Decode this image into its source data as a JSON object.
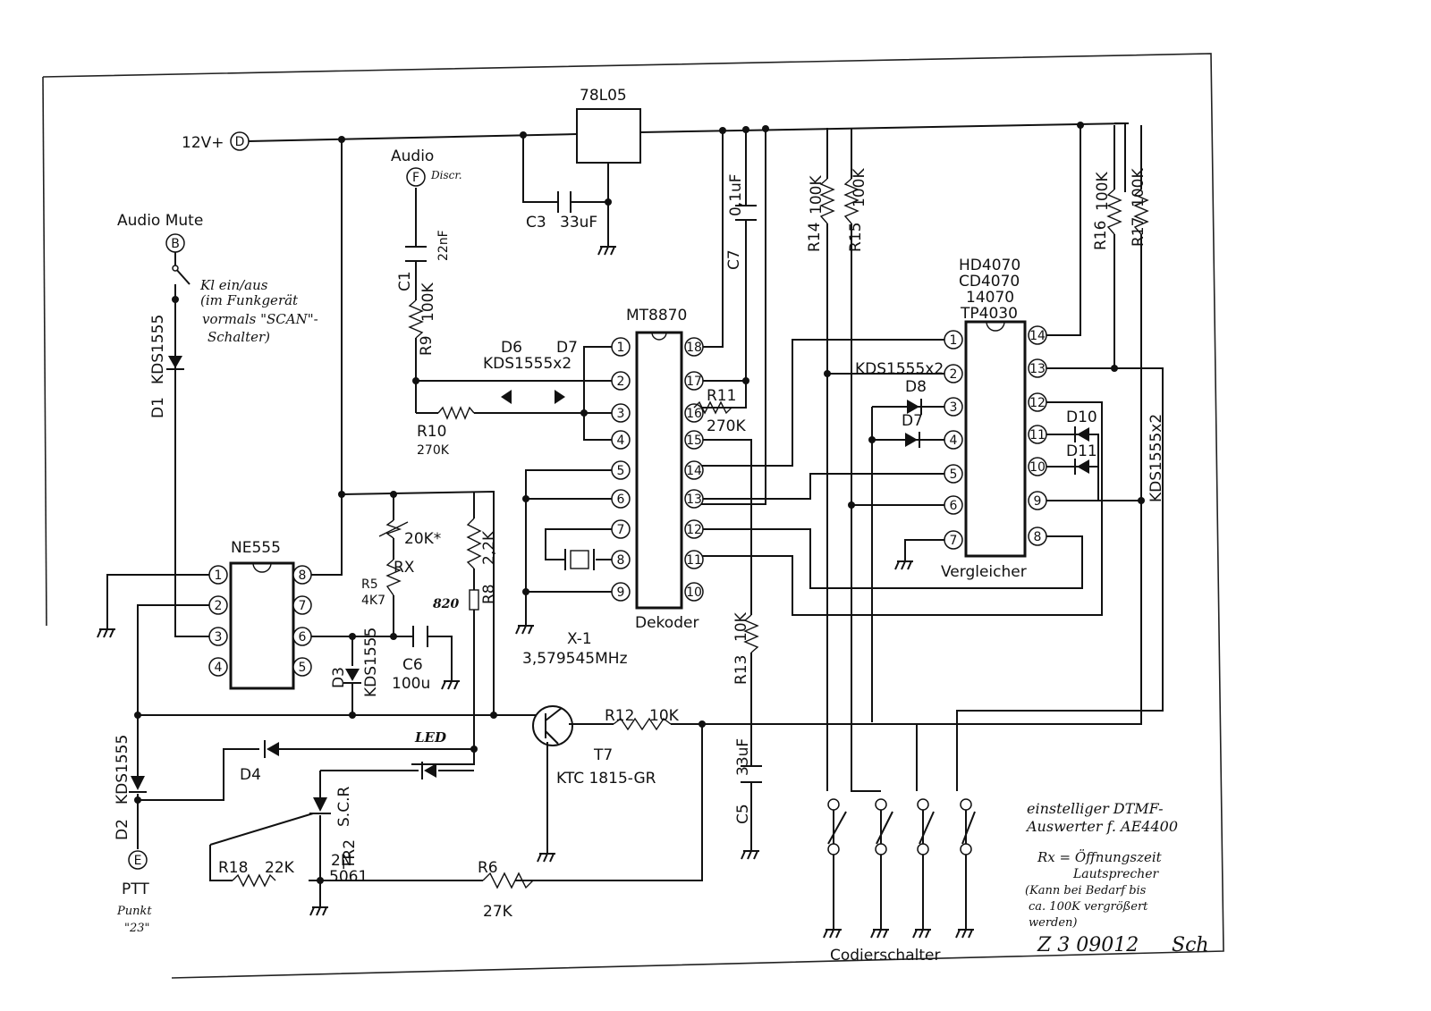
{
  "supply": {
    "label": "12V+",
    "node": "D"
  },
  "regulator": {
    "name": "78L05"
  },
  "audio_in": {
    "label": "Audio",
    "node": "F",
    "note": "Discr."
  },
  "audio_mute": {
    "label": "Audio Mute",
    "node": "B",
    "note_lines": [
      "Kl ein/aus",
      "(im Funkgerät",
      "vormals \"SCAN\"-",
      "Schalter)"
    ]
  },
  "ptt": {
    "label": "PTT",
    "node": "E",
    "note_lines": [
      "Punkt",
      "\"23\""
    ]
  },
  "ics": {
    "ne555": {
      "name": "NE555",
      "pins_left": [
        "1",
        "2",
        "3",
        "4"
      ],
      "pins_right": [
        "8",
        "7",
        "6",
        "5"
      ]
    },
    "mt8870": {
      "name": "MT8870",
      "role": "Dekoder",
      "pins_left": [
        "1",
        "2",
        "3",
        "4",
        "5",
        "6",
        "7",
        "8",
        "9"
      ],
      "pins_right": [
        "18",
        "17",
        "16",
        "15",
        "14",
        "13",
        "12",
        "11",
        "10"
      ]
    },
    "comparator": {
      "name_lines": [
        "HD4070",
        "CD4070",
        "14070",
        "TP4030"
      ],
      "role": "Vergleicher",
      "pins_left": [
        "1",
        "2",
        "3",
        "4",
        "5",
        "6",
        "7"
      ],
      "pins_right": [
        "14",
        "13",
        "12",
        "11",
        "10",
        "9",
        "8"
      ]
    }
  },
  "parts": {
    "c1": {
      "ref": "C1",
      "value": "22nF"
    },
    "c3": {
      "ref": "C3",
      "value": "33uF"
    },
    "c5": {
      "ref": "C5",
      "value": "33uF"
    },
    "c6": {
      "ref": "C6",
      "value": "100u"
    },
    "c7": {
      "ref": "C7",
      "value": "0,1uF"
    },
    "r5": {
      "ref": "R5",
      "value": "4K7"
    },
    "rx": {
      "ref": "RX",
      "value": "20K*"
    },
    "r6": {
      "ref": "R6",
      "value": "27K"
    },
    "r8": {
      "ref": "R8",
      "value": "2,2K",
      "extra": "820"
    },
    "r9": {
      "ref": "R9",
      "value": "100K"
    },
    "r10": {
      "ref": "R10",
      "value": "270K"
    },
    "r11": {
      "ref": "R11",
      "value": "270K"
    },
    "r12": {
      "ref": "R12",
      "value": "10K"
    },
    "r13": {
      "ref": "R13",
      "value": "10K"
    },
    "r14": {
      "ref": "R14",
      "value": "100K"
    },
    "r15": {
      "ref": "R15",
      "value": "100K"
    },
    "r16": {
      "ref": "R16",
      "value": "100K"
    },
    "r17": {
      "ref": "R17",
      "value": "100K"
    },
    "r18": {
      "ref": "R18",
      "value": "22K"
    },
    "d1": {
      "ref": "D1",
      "value": "KDS1555"
    },
    "d2": {
      "ref": "D2",
      "value": "KDS1555"
    },
    "d3": {
      "ref": "D3",
      "value": "KDS1555"
    },
    "d4": {
      "ref": "D4"
    },
    "d6d7": {
      "ref1": "D6",
      "ref2": "D7",
      "value": "KDS1555x2"
    },
    "d7d8": {
      "ref1": "D8",
      "ref2": "D7",
      "value": "KDS1555x2"
    },
    "d10d11": {
      "ref1": "D10",
      "ref2": "D11",
      "value": "KDS1555x2"
    },
    "led": {
      "ref": "LED"
    },
    "t7": {
      "ref": "T7",
      "value": "KTC 1815-GR"
    },
    "tr2": {
      "lines": [
        "S.C.R",
        "TR2",
        "2N",
        "5061"
      ]
    },
    "x1": {
      "ref": "X-1",
      "value": "3,579545MHz"
    }
  },
  "coder_switch": {
    "label": "Codierschalter"
  },
  "notes": {
    "title_lines": [
      "einstelliger DTMF-",
      "Auswerter f. AE4400"
    ],
    "rx_lines": [
      "Rx = Öffnungszeit",
      "Lautsprecher",
      "(Kann bei Bedarf bis",
      "ca. 100K vergrößert",
      "werden)"
    ],
    "drawing_number": "Z 3 09012",
    "signature": "Sch"
  }
}
